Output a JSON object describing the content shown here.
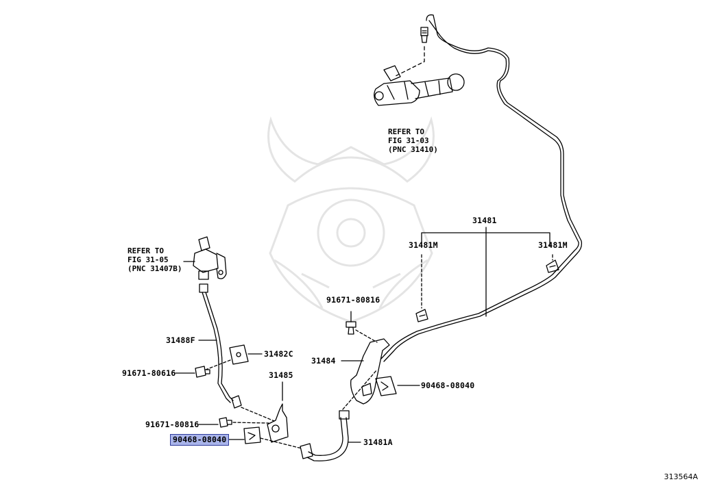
{
  "figure_id": "313564A",
  "references": [
    {
      "line1": "REFER TO",
      "line2": "FIG 31-03",
      "line3": "(PNC 31410)"
    },
    {
      "line1": "REFER TO",
      "line2": "FIG 31-05",
      "line3": "(PNC 31407B)"
    }
  ],
  "parts": {
    "p31481": "31481",
    "p31481M_left": "31481M",
    "p31481M_right": "31481M",
    "p91671_80816_top": "91671-80816",
    "p31484": "31484",
    "p90468_08040_right": "90468-08040",
    "p31488F": "31488F",
    "p31482C": "31482C",
    "p91671_80616": "91671-80616",
    "p31485": "31485",
    "p91671_80816_bottom": "91671-80816",
    "p90468_08040_selected": "90468-08040",
    "p31481A": "31481A"
  },
  "colors": {
    "line": "#000000",
    "watermark": "#e6e6e6",
    "highlight_fill": "#a9b4ea",
    "highlight_border": "#2d3a9a"
  }
}
